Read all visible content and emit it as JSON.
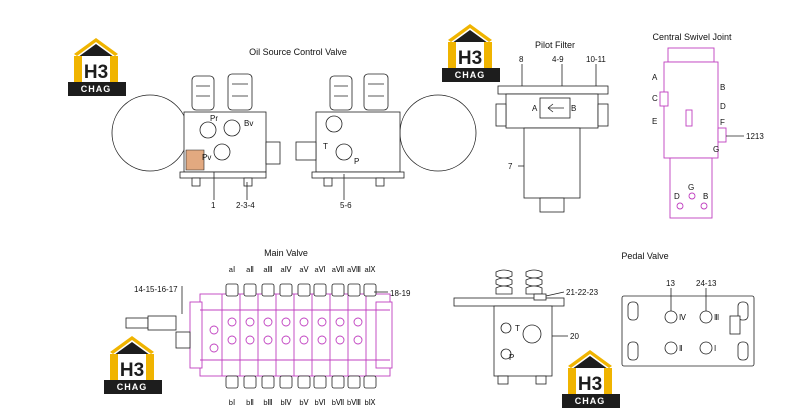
{
  "logo": {
    "mark": "H3",
    "word": "CHAG",
    "colors": {
      "yellow": "#f0b400",
      "dark": "#1d1d1d"
    }
  },
  "oil_source": {
    "title": "Oil Source Control Valve",
    "ports": {
      "pr": "Pr",
      "bv": "Bv",
      "pv": "Pv",
      "t": "T",
      "p": "P"
    },
    "callouts": [
      "1",
      "2-3-4",
      "5-6"
    ]
  },
  "pilot_filter": {
    "title": "Pilot Filter",
    "ports": {
      "a": "A",
      "b": "B"
    },
    "callouts": [
      "8",
      "4-9",
      "10-11",
      "7"
    ]
  },
  "swivel": {
    "title": "Central Swivel Joint",
    "letters_left": [
      "A",
      "C",
      "E"
    ],
    "letters_right": [
      "B",
      "D",
      "F",
      "G"
    ],
    "callout": "1213",
    "bottom_letters": [
      "D",
      "G",
      "B"
    ]
  },
  "main_valve": {
    "title": "Main Valve",
    "top_labels": [
      "aⅠ",
      "aⅡ",
      "aⅢ",
      "aⅣ",
      "aⅤ",
      "aⅥ",
      "aⅦ",
      "aⅧ",
      "aⅨ"
    ],
    "bottom_labels": [
      "bⅠ",
      "bⅡ",
      "bⅢ",
      "bⅣ",
      "bⅤ",
      "bⅥ",
      "bⅦ",
      "bⅧ",
      "bⅨ"
    ],
    "callouts": [
      "14-15-16-17",
      "18-19"
    ]
  },
  "pedal_side": {
    "ports": {
      "t": "T",
      "p": "P"
    },
    "callouts": [
      "21-22-23",
      "20"
    ]
  },
  "pedal_valve": {
    "title": "Pedal Valve",
    "callouts": [
      "13",
      "24-13"
    ],
    "numerals": [
      "Ⅳ",
      "Ⅲ",
      "Ⅱ",
      "Ⅰ"
    ]
  }
}
